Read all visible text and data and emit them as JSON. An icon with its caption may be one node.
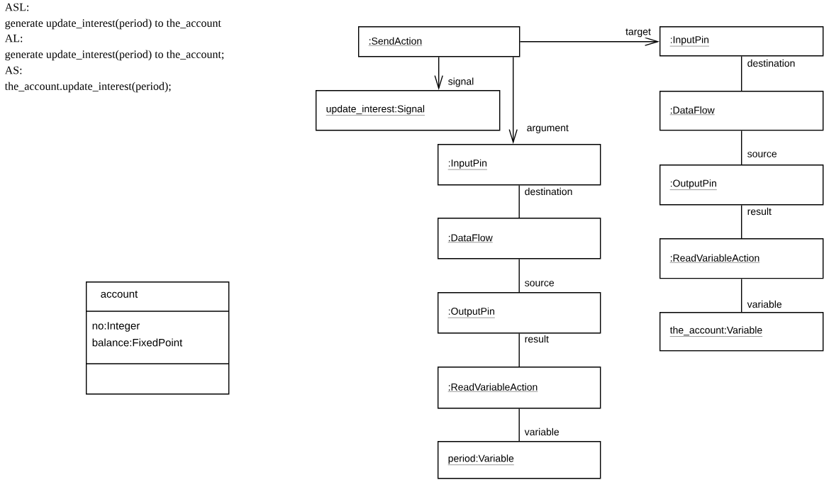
{
  "diagram": {
    "nodes": [
      {
        "text": [
          ":SendAction"
        ]
      },
      {
        "text": [
          "update_interest:Signal"
        ]
      },
      {
        "text": [
          ":InputPin"
        ]
      },
      {
        "text": [
          ":DataFlow"
        ]
      },
      {
        "text": [
          ":OutputPin"
        ]
      },
      {
        "text": [
          ":ReadVariableAction"
        ]
      },
      {
        "text": [
          "period:Variable"
        ]
      },
      {
        "text": [
          ":InputPin"
        ]
      },
      {
        "text": [
          ":DataFlow"
        ]
      },
      {
        "text": [
          ":OutputPin"
        ]
      },
      {
        "text": [
          ":ReadVariableAction"
        ]
      },
      {
        "text": [
          "the_account:Variable"
        ]
      },
      {
        "text": [
          "account",
          "no:Integer",
          "balance:FixedPoint"
        ]
      }
    ],
    "edges": [
      {
        "from": 0,
        "to": 1,
        "arrow": "to",
        "label": "signal"
      },
      {
        "from": 0,
        "to": 2,
        "arrow": "to",
        "label": "argument"
      },
      {
        "from": 0,
        "to": 7,
        "arrow": "to",
        "label": "target"
      },
      {
        "from": 2,
        "to": 3,
        "arrow": "none",
        "label": "destination"
      },
      {
        "from": 3,
        "to": 4,
        "arrow": "none",
        "label": "source"
      },
      {
        "from": 4,
        "to": 5,
        "arrow": "none",
        "label": "result"
      },
      {
        "from": 5,
        "to": 6,
        "arrow": "none",
        "label": "variable"
      },
      {
        "from": 7,
        "to": 8,
        "arrow": "none",
        "label": "destination"
      },
      {
        "from": 8,
        "to": 9,
        "arrow": "none",
        "label": "source"
      },
      {
        "from": 9,
        "to": 10,
        "arrow": "none",
        "label": "result"
      },
      {
        "from": 10,
        "to": 11,
        "arrow": "none",
        "label": "variable"
      }
    ],
    "labels": [
      "ASL:",
      "generate update_interest(period) to the_account",
      "AL:",
      "generate update_interest(period) to the_account;",
      "AS:",
      "the_account.update_interest(period);"
    ]
  }
}
